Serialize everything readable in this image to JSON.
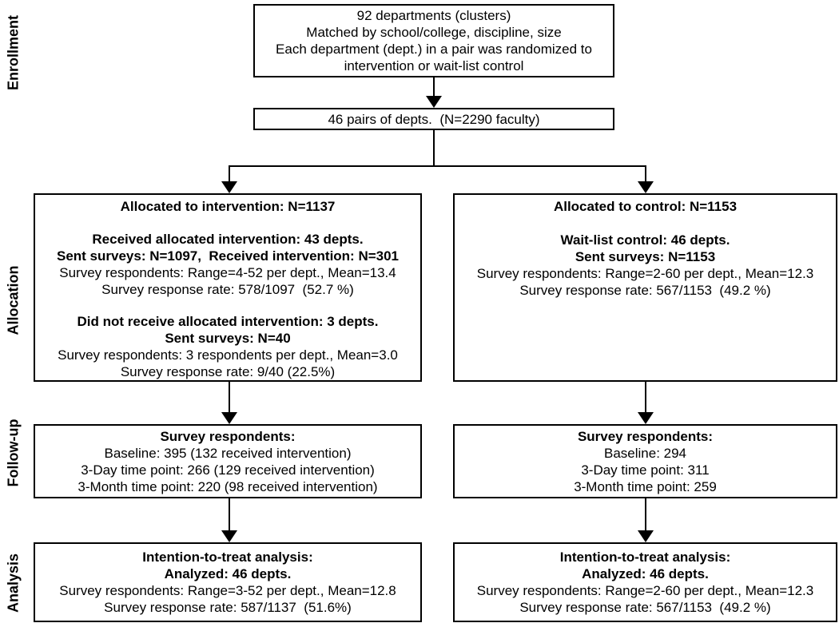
{
  "colors": {
    "background": "#ffffff",
    "text": "#000000",
    "border": "#000000",
    "arrow": "#000000"
  },
  "stages": {
    "enrollment": "Enrollment",
    "allocation": "Allocation",
    "followup": "Follow-up",
    "analysis": "Analysis"
  },
  "enrollment_box": {
    "line1": "92 departments (clusters)",
    "line2": "Matched by school/college, discipline, size",
    "line3": "Each department (dept.) in a pair was randomized to",
    "line4": "intervention or wait-list control"
  },
  "pairs_box": {
    "text": "46 pairs of depts.  (N=2290 faculty)"
  },
  "allocation_intervention": {
    "title": "Allocated to intervention: N=1137",
    "g1_line1": "Received allocated intervention: 43 depts.",
    "g1_line2": "Sent surveys: N=1097,  Received intervention: N=301",
    "g1_line3": "Survey respondents: Range=4-52 per dept., Mean=13.4",
    "g1_line4": "Survey response rate: 578/1097  (52.7 %)",
    "g2_line1": "Did not receive allocated intervention: 3 depts.",
    "g2_line2": "Sent surveys: N=40",
    "g2_line3": "Survey respondents: 3 respondents per dept., Mean=3.0",
    "g2_line4": "Survey response rate: 9/40 (22.5%)"
  },
  "allocation_control": {
    "title": "Allocated to control: N=1153",
    "g1_line1": "Wait-list control: 46 depts.",
    "g1_line2": "Sent surveys: N=1153",
    "g1_line3": "Survey respondents: Range=2-60 per dept., Mean=12.3",
    "g1_line4": "Survey response rate: 567/1153  (49.2 %)"
  },
  "followup_intervention": {
    "title": "Survey respondents:",
    "line1": "Baseline: 395 (132 received intervention)",
    "line2": "3-Day time point: 266 (129 received intervention)",
    "line3": "3-Month time point: 220 (98 received intervention)"
  },
  "followup_control": {
    "title": "Survey respondents:",
    "line1": "Baseline: 294",
    "line2": "3-Day time point: 311",
    "line3": "3-Month time point: 259"
  },
  "analysis_intervention": {
    "title1": "Intention-to-treat analysis:",
    "title2": "Analyzed: 46 depts.",
    "line1": "Survey respondents: Range=3-52 per dept., Mean=12.8",
    "line2": "Survey response rate: 587/1137  (51.6%)"
  },
  "analysis_control": {
    "title1": "Intention-to-treat analysis:",
    "title2": "Analyzed: 46 depts.",
    "line1": "Survey respondents: Range=2-60 per dept., Mean=12.3",
    "line2": "Survey response rate: 567/1153  (49.2 %)"
  }
}
